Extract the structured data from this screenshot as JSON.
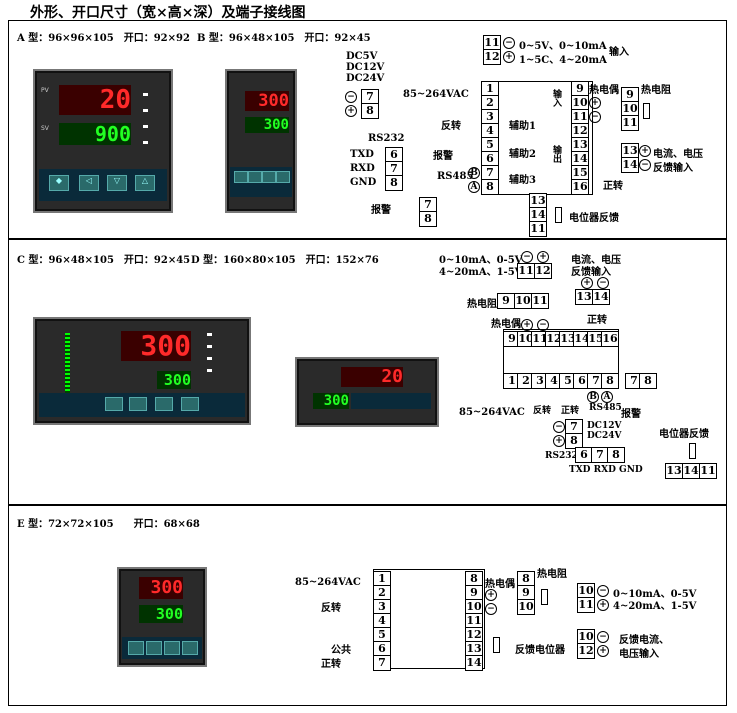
{
  "title": "外形、开口尺寸（宽×高×深）及端子接线图",
  "sectionA": {
    "typeA": "A 型：96×96×105　开口：92×92",
    "typeB": "B 型：96×48×105　开口：92×45",
    "devA": {
      "pv": "20",
      "sv": "900"
    },
    "devB": {
      "pv": "300",
      "sv": "300"
    },
    "power_dc": [
      "DC5V",
      "DC12V",
      "DC24V"
    ],
    "power_ac": "85~264VAC",
    "input1": "0~5V、0~10mA",
    "input2": "1~5C、4~20mA",
    "input_label": "输入",
    "rtd": "热电阻",
    "tc": "热电偶",
    "reverse": "反转",
    "aux1": "辅助1",
    "aux2": "辅助2",
    "aux3": "辅助3",
    "alarm": "报警",
    "rs232": "RS232",
    "txd": "TXD",
    "rxd": "RXD",
    "gnd": "GND",
    "rs485": "RS485",
    "in_vert": "输入",
    "out_vert": "输出",
    "forward": "正转",
    "feedback": "电流、电压",
    "feedback2": "反馈输入",
    "pot": "电位器反馈",
    "alarm2": "报警"
  },
  "sectionC": {
    "typeC": "C 型：96×48×105　开口：92×45",
    "typeD": "D 型：160×80×105　开口：152×76",
    "devC": {
      "pv": "300",
      "sv": "300"
    },
    "devD": {
      "pv": "20",
      "sv": "300"
    },
    "in1": "0~10mA、0-5V",
    "in2": "4~20mA、1-5V",
    "cur": "电流、电压",
    "cur2": "反馈输入",
    "rtd": "热电阻",
    "tc": "热电偶",
    "forward": "正转",
    "power": "85~264VAC",
    "reverse": "反转",
    "forward2": "正转",
    "rs485": "RS485",
    "alarm": "报警",
    "dc": [
      "DC12V",
      "DC24V"
    ],
    "rs232": "RS232",
    "comm": "TXD RXD GND",
    "pot": "电位器反馈"
  },
  "sectionE": {
    "typeE": "E 型：72×72×105　　开口：68×68",
    "devE": {
      "pv": "300",
      "sv": "300"
    },
    "power": "85~264VAC",
    "reverse": "反转",
    "common": "公共",
    "forward": "正转",
    "tc": "热电偶",
    "rtd": "热电阻",
    "pot": "反馈电位器",
    "in1": "0~10mA、0-5V",
    "in2": "4~20mA、1-5V",
    "fb1": "反馈电流、",
    "fb2": "电压输入"
  }
}
